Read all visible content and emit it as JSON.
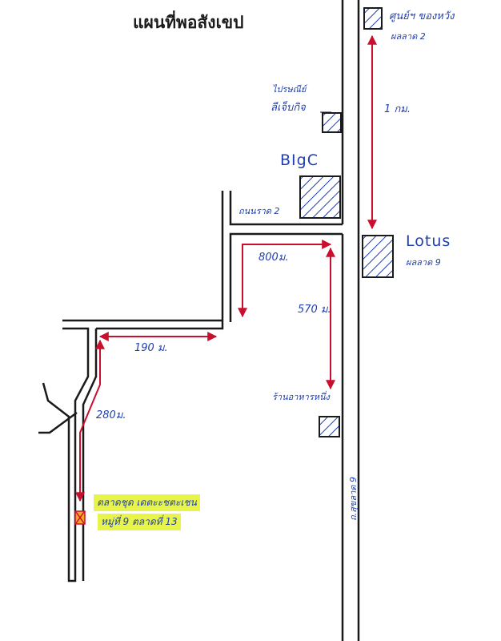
{
  "title": "แผนที่พอสังเขป",
  "landmarks": {
    "top_right": {
      "line1": "ศูนย์ฯ ของหวัง",
      "line2": "ผลลาด 2"
    },
    "small_shop": {
      "line1": "ไปรษณีย์",
      "line2": "ลีเจ็บกิจ"
    },
    "bigc": {
      "label": "BIgC"
    },
    "side_soi": {
      "label": "ถนนราด 2"
    },
    "lotus": {
      "label": "Lotus",
      "sub": "ผลลาด 9"
    },
    "bottom_shop": {
      "label": "ร้านอาหารหนึ่ง"
    }
  },
  "distances": {
    "d1": "1 กม.",
    "d2": "800ม.",
    "d3": "570 ม.",
    "d4": "190 ม.",
    "d5": "280ม."
  },
  "road": {
    "label": "ถ.สุขลาด 9"
  },
  "destination": {
    "line1": "ตลาดชุด เดตะะชตะเชน",
    "line2": "หมู่ที่ 9 ตลาดที่ 13"
  },
  "colors": {
    "route": "#c8102e",
    "ink": "#1f3fb0",
    "highlight": "#e8f44a",
    "road": "#1a1a1a"
  }
}
